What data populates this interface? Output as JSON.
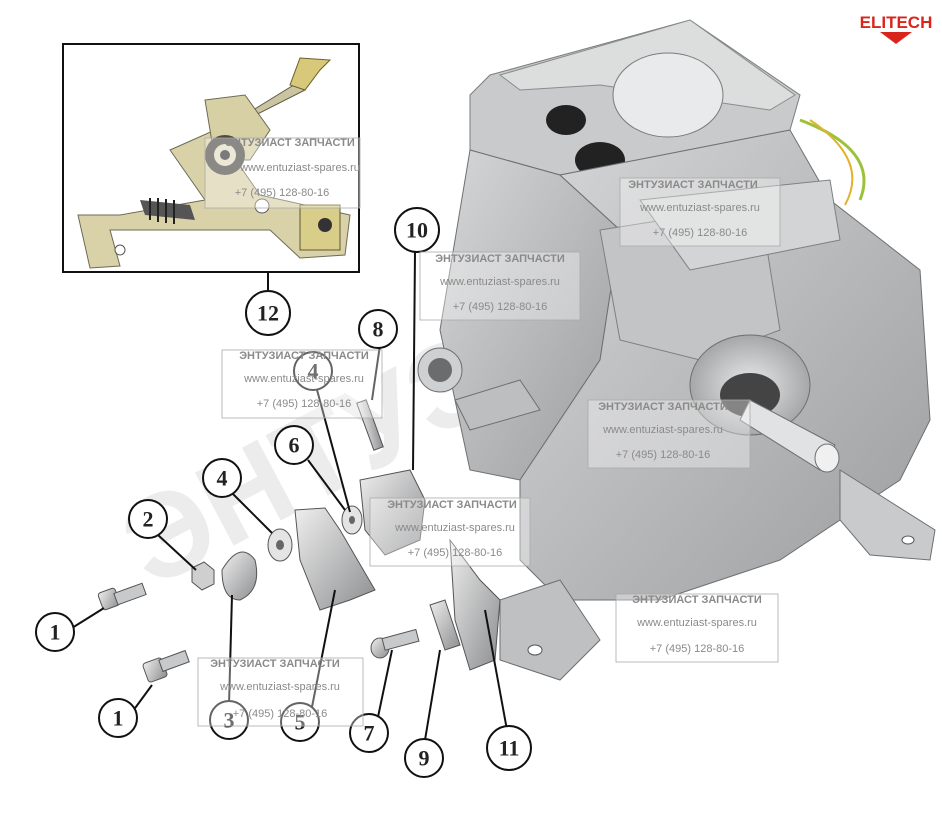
{
  "brand": {
    "name": "ELITECH",
    "color": "#d9261c"
  },
  "callouts": [
    "1",
    "1",
    "2",
    "3",
    "4",
    "4",
    "5",
    "6",
    "7",
    "8",
    "9",
    "10",
    "11",
    "12"
  ],
  "watermarks": [
    {
      "title": "ЭНТУЗИАСТ ЗАПЧАСТИ",
      "site": "www.entuziast-spares.ru",
      "phone": "+7 (495) 128-80-16"
    },
    {
      "title": "ЭНТУЗИАСТ ЗАПЧАСТИ",
      "site": "www.entuziast-spares.ru",
      "phone": "+7 (495) 128-80-16"
    },
    {
      "title": "ЭНТУЗИАСТ ЗАПЧАСТИ",
      "site": "www.entuziast-spares.ru",
      "phone": "+7 (495) 128-80-16"
    },
    {
      "title": "ЭНТУЗИАСТ ЗАПЧАСТИ",
      "site": "www.entuziast-spares.ru",
      "phone": "+7 (495) 128-80-16"
    },
    {
      "title": "ЭНТУЗИАСТ ЗАПЧАСТИ",
      "site": "www.entuziast-spares.ru",
      "phone": "+7 (495) 128-80-16"
    },
    {
      "title": "ЭНТУЗИАСТ ЗАПЧАСТИ",
      "site": "www.entuziast-spares.ru",
      "phone": "+7 (495) 128-80-16"
    },
    {
      "title": "ЭНТУЗИАСТ ЗАПЧАСТИ",
      "site": "www.entuziast-spares.ru",
      "phone": "+7 (495) 128-80-16"
    },
    {
      "title": "ЭНТУЗИАСТ ЗАПЧАСТИ",
      "site": "www.entuziast-spares.ru",
      "phone": "+7 (495) 128-80-16"
    }
  ],
  "big_watermark": "ЭНТУЗИАСТ"
}
